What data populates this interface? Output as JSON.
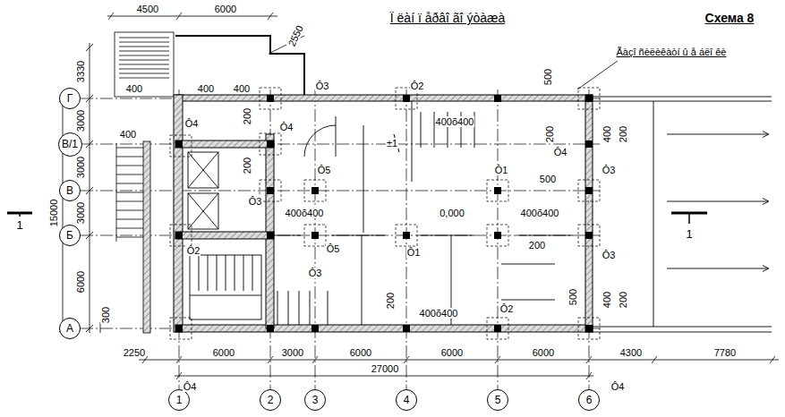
{
  "diagram": {
    "title": "Ï ëàí ï åðâî ãî ýòàæà",
    "nodes": [
      {
        "text": [
          "Г"
        ]
      },
      {
        "text": [
          "В/1"
        ]
      },
      {
        "text": [
          "В"
        ]
      },
      {
        "text": [
          "Б"
        ]
      },
      {
        "text": [
          "А"
        ]
      },
      {
        "text": [
          "1"
        ]
      },
      {
        "text": [
          "2"
        ]
      },
      {
        "text": [
          "3"
        ]
      },
      {
        "text": [
          "4"
        ]
      },
      {
        "text": [
          "5"
        ]
      },
      {
        "text": [
          "6"
        ]
      }
    ],
    "labels": [
      "Схема 8",
      "Ãàçî ñèëèêàòí û å áëî êè",
      "4500",
      "6000",
      "2550",
      "3330",
      "3000",
      "3000",
      "3000",
      "6000",
      "15000",
      "400",
      "400",
      "400",
      "400",
      "Ô4",
      "Ô3",
      "Ô2",
      "500",
      "Ô4",
      "200",
      "200",
      "±1",
      "400õ400",
      "200",
      "Ô4",
      "400",
      "200",
      "Ô3",
      "Ô1",
      "500",
      "Ô3",
      "Ô5",
      "400õ400",
      "0,000",
      "400õ400",
      "Ô2",
      "Ô5",
      "Ô1",
      "200",
      "Ô3",
      "Ô3",
      "400õ400",
      "200",
      "Ô2",
      "500",
      "400",
      "200",
      "300",
      "2250",
      "6000",
      "3000",
      "6000",
      "6000",
      "6000",
      "4300",
      "7780",
      "27000",
      "Ô4",
      "Ô4",
      "1",
      "1"
    ]
  }
}
